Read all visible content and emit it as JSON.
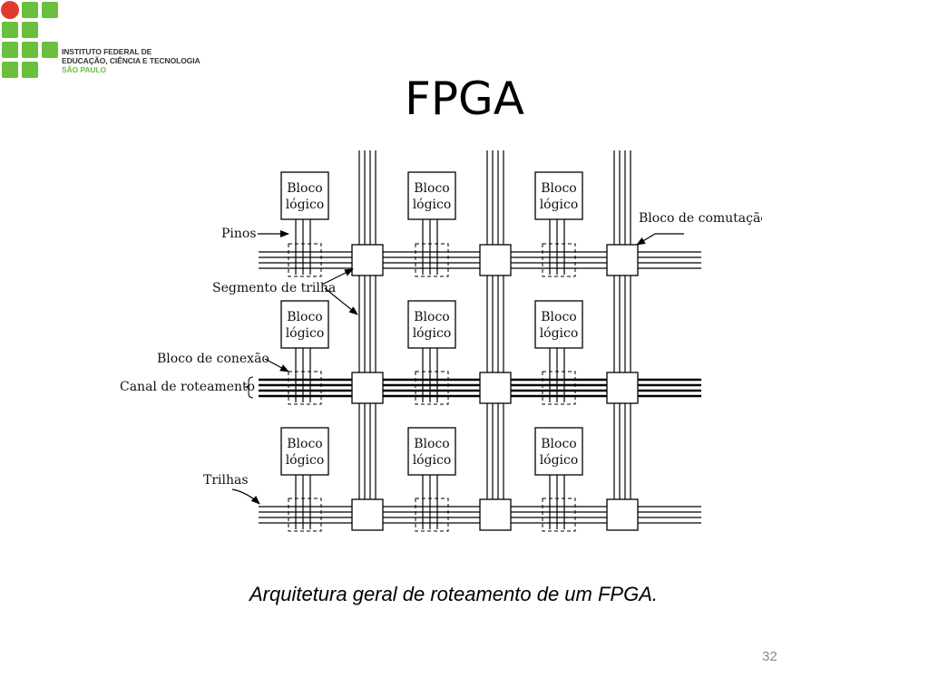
{
  "logo": {
    "line1": "INSTITUTO FEDERAL DE",
    "line2": "EDUCAÇÃO, CIÊNCIA E TECNOLOGIA",
    "line3": "SÃO PAULO",
    "colors": {
      "green": "#6abf3c",
      "red": "#e03a2f"
    }
  },
  "slide": {
    "title": "FPGA",
    "caption": "Arquitetura geral de roteamento de um FPGA.",
    "page_number": "32"
  },
  "diagram": {
    "block_label_line1": "Bloco",
    "block_label_line2": "lógico",
    "labels": {
      "pinos": "Pinos",
      "bloco_comutacao": "Bloco de comutação",
      "segmento_trilha": "Segmento de trilha",
      "bloco_conexao": "Bloco de conexão",
      "canal_roteamento": "Canal de roteamento",
      "trilhas": "Trilhas"
    }
  }
}
